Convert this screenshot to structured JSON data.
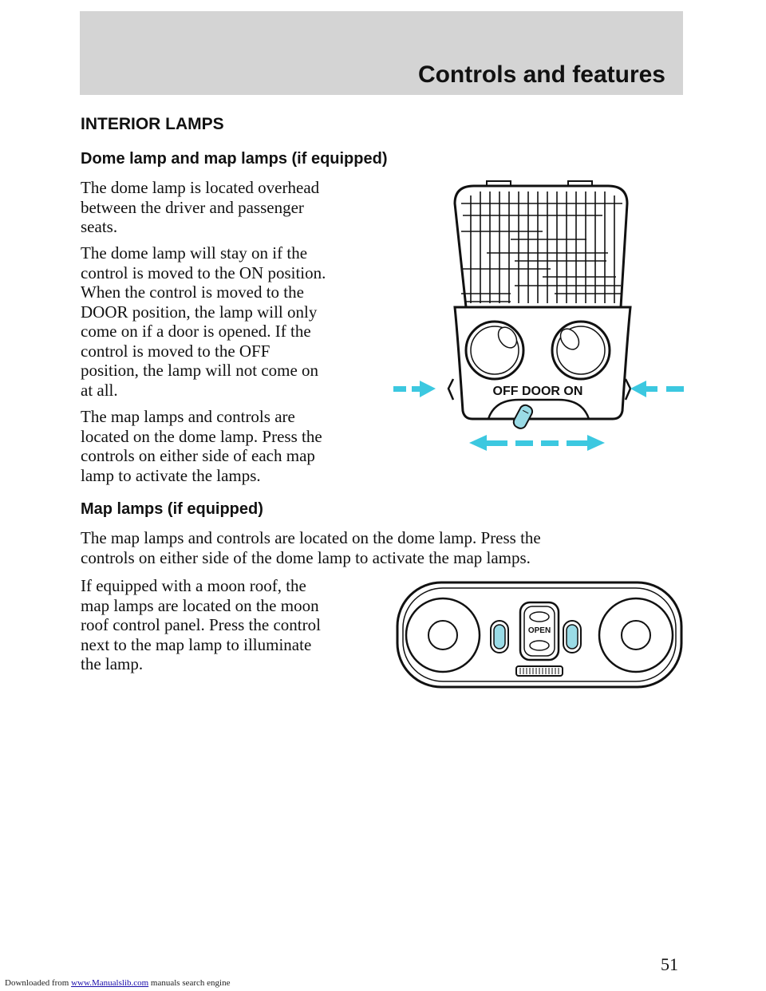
{
  "header": {
    "title": "Controls and features"
  },
  "section": {
    "title": "INTERIOR LAMPS"
  },
  "dome": {
    "heading": "Dome lamp and map lamps (if equipped)",
    "paragraphs": [
      [
        "The dome lamp is located overhead",
        "between the driver and passenger",
        "seats."
      ],
      [
        "The dome lamp will stay on if the",
        "control is moved to the ON position.",
        "When the control is moved to the",
        "DOOR position, the lamp will only",
        "come on if a door is opened. If the",
        "control is moved to the OFF",
        "position, the lamp will not come on",
        "at all."
      ],
      [
        "The map lamps and controls are",
        "located on the dome lamp. Press the",
        "controls on either side of each map",
        "lamp to activate the lamps."
      ]
    ],
    "switch_label": "OFF DOOR ON"
  },
  "map": {
    "heading": "Map lamps (if equipped)",
    "paragraphs": [
      [
        "The map lamps and controls are located on the dome lamp. Press the",
        "controls on either side of the dome lamp to activate the map lamps."
      ],
      [
        "If equipped with a moon roof, the",
        "map lamps are located on the moon",
        "roof control panel. Press the control",
        "next to the map lamp to illuminate",
        "the lamp."
      ]
    ],
    "button_label": "OPEN"
  },
  "page_number": "51",
  "footer": {
    "prefix": "Downloaded from ",
    "link": "www.Manualslib.com",
    "suffix": "  manuals search engine"
  },
  "colors": {
    "header_band": "#d4d4d4",
    "arrow_accent": "#3cc8e0",
    "button_fill": "#9adbe6"
  }
}
